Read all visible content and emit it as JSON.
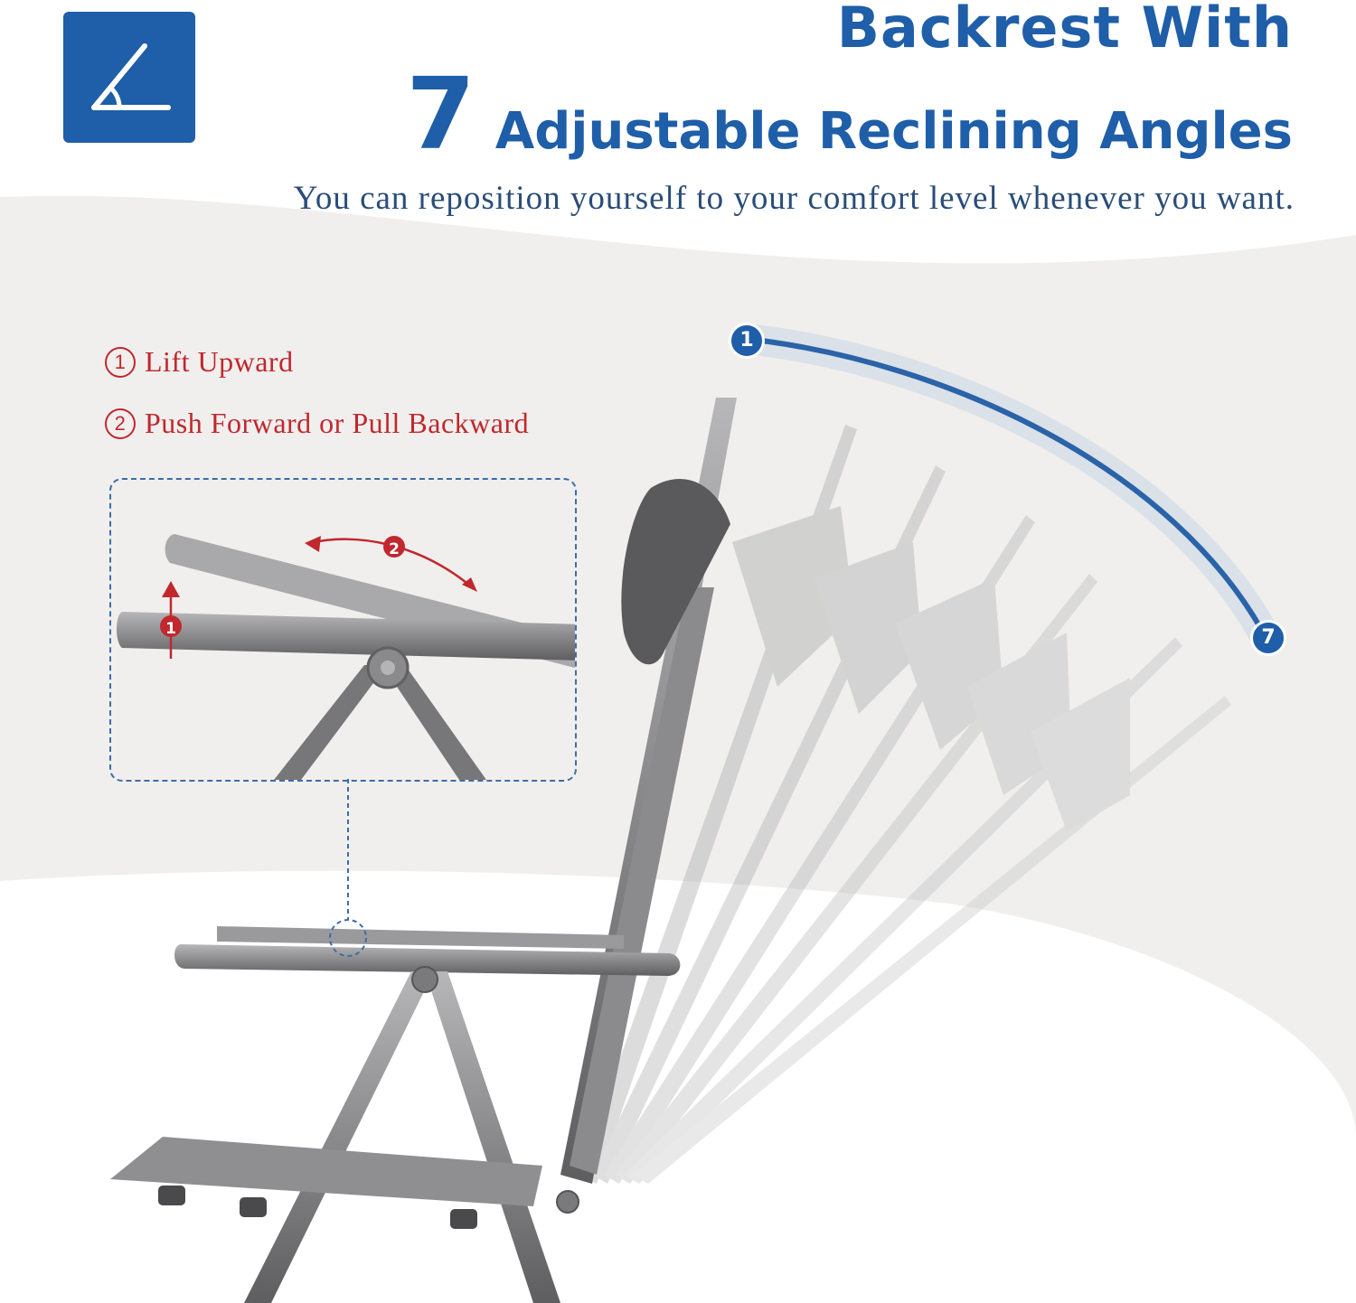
{
  "header": {
    "title_line1": "Backrest With",
    "title_number": "7",
    "title_line2": "Adjustable Reclining Angles",
    "subtitle": "You can reposition yourself to your comfort level whenever you want.",
    "icon": "recline-angle-icon"
  },
  "steps": [
    {
      "number": "1",
      "label": "Lift Upward"
    },
    {
      "number": "2",
      "label": "Push Forward or Pull Backward"
    }
  ],
  "angle_range": {
    "start": "1",
    "end": "7"
  },
  "detail_markers": {
    "lift": "1",
    "move": "2"
  },
  "colors": {
    "brand_blue": "#1f5ea8",
    "step_red": "#c0282d",
    "frame_gray": "#7d7d7f",
    "background": "#f0efee"
  }
}
